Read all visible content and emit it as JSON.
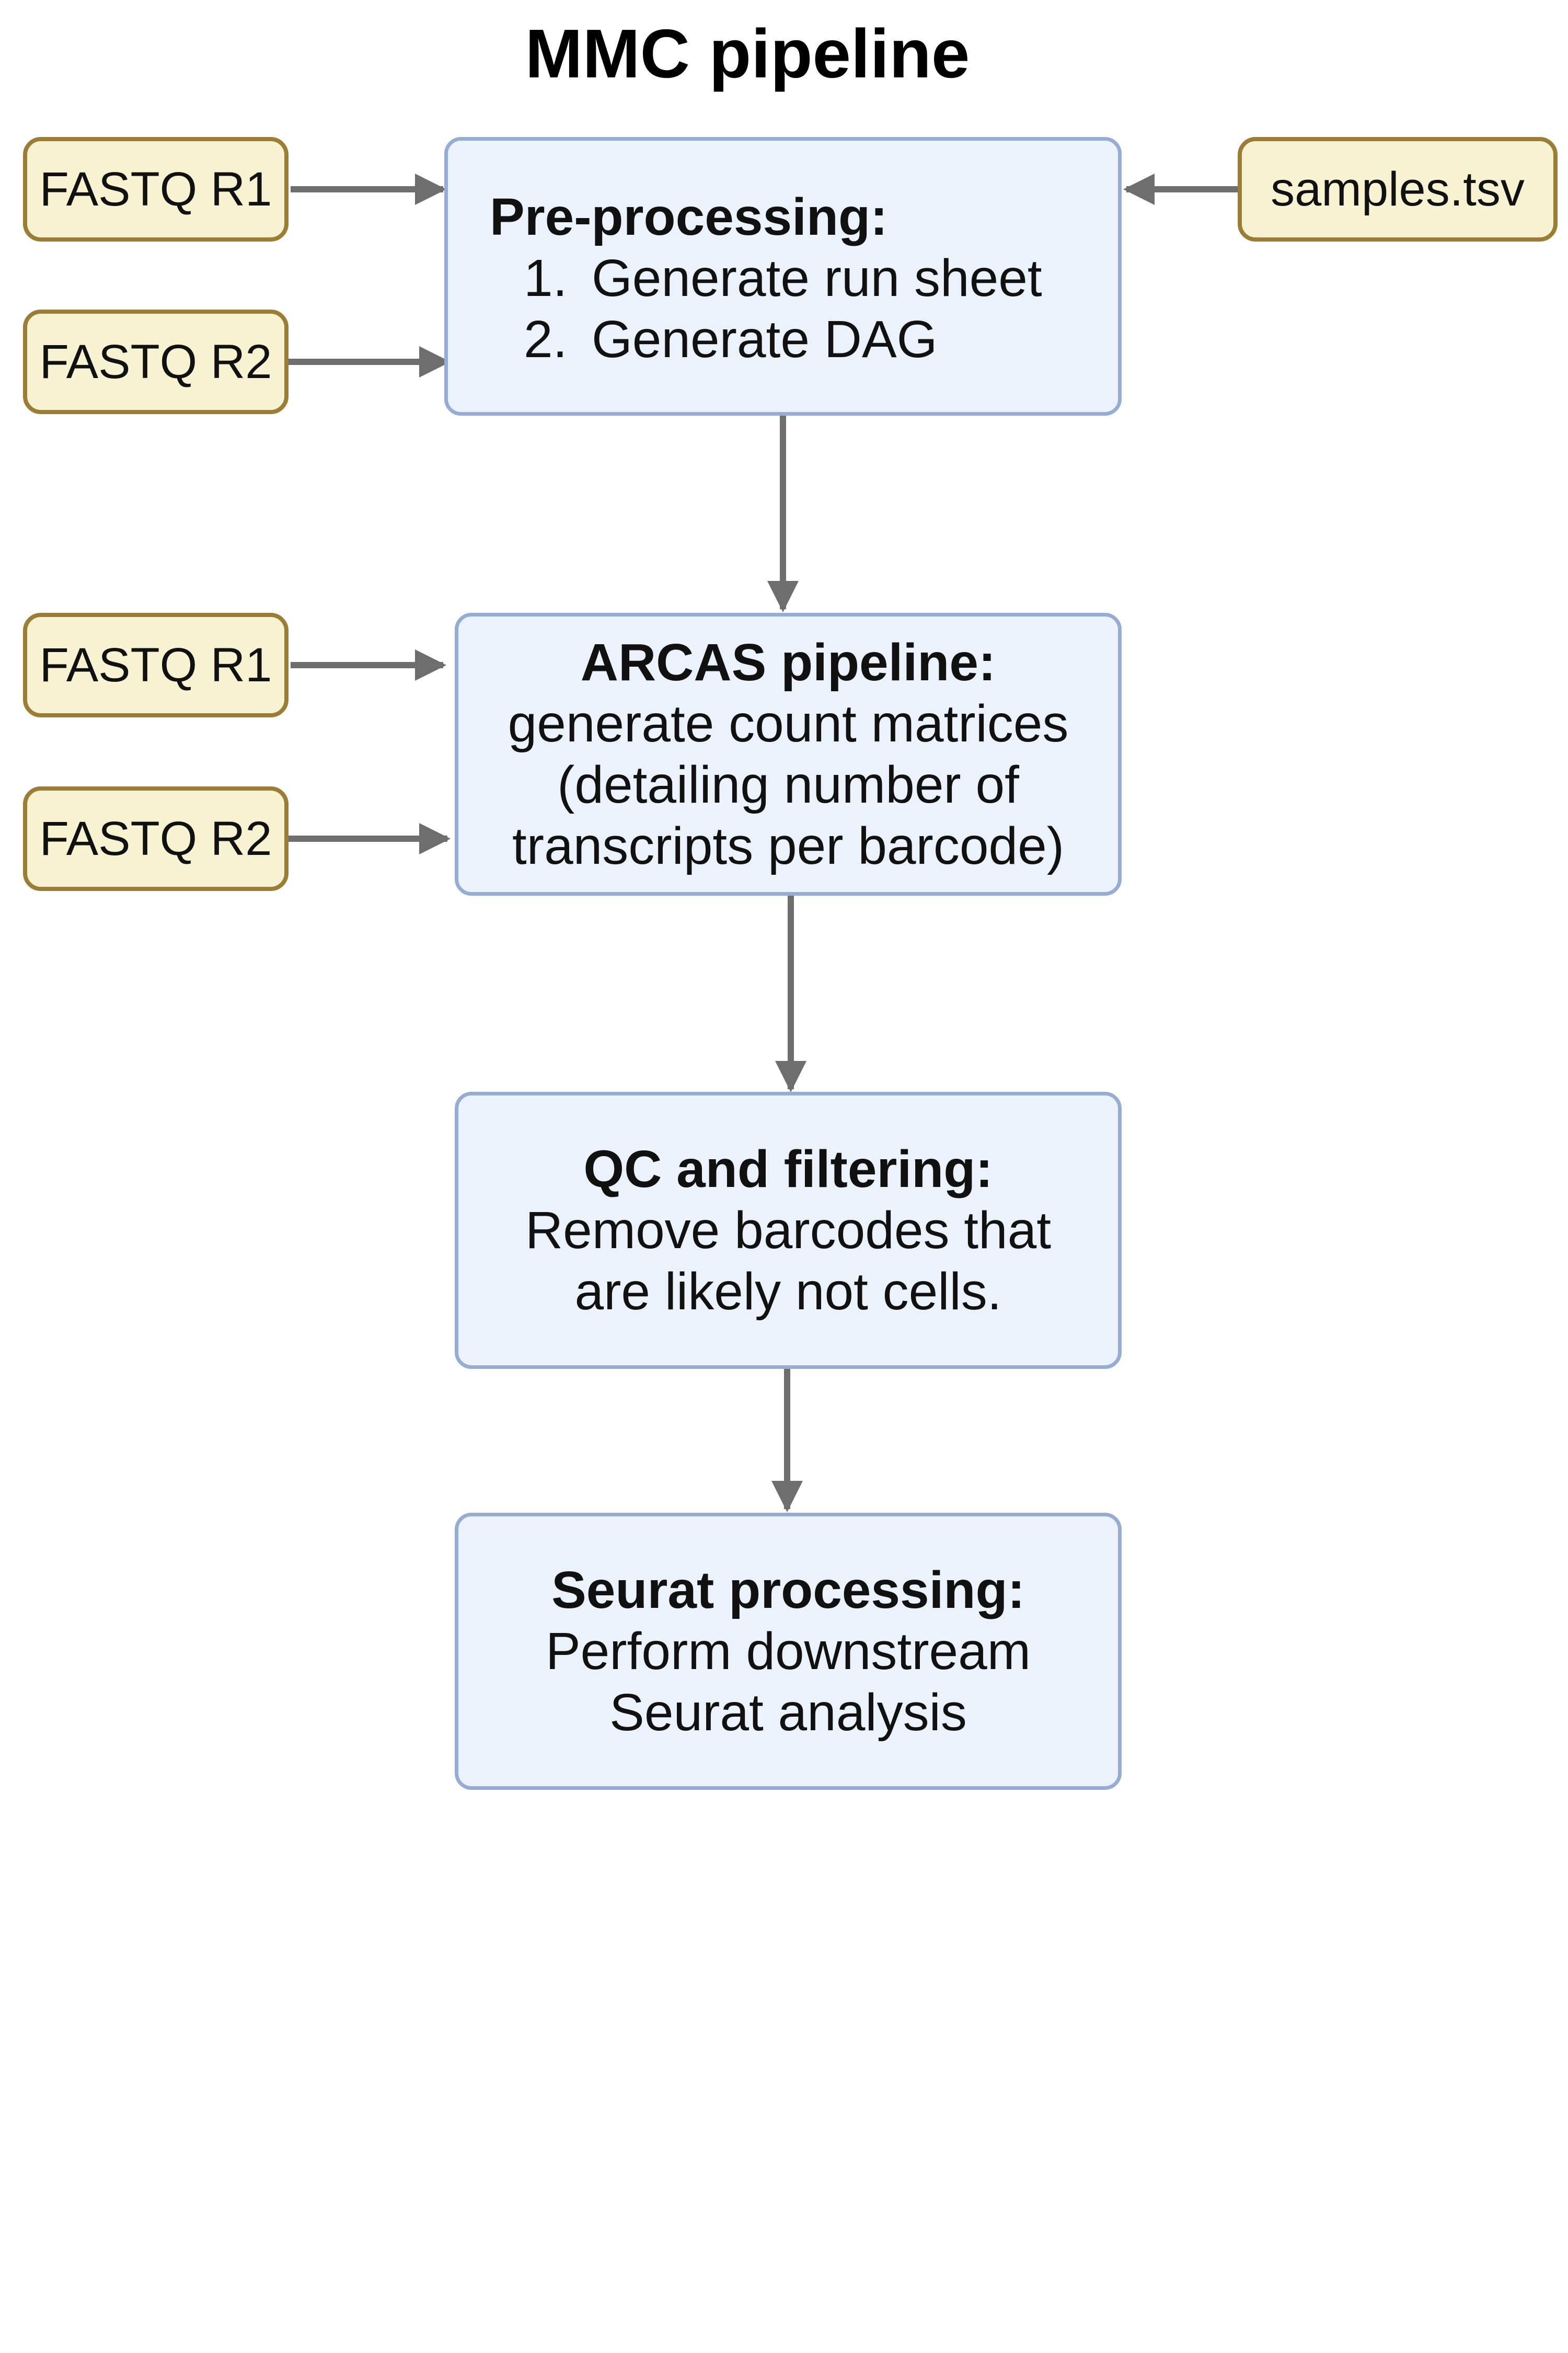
{
  "title": "MMC pipeline",
  "inputs": {
    "fastq_r1_a": "FASTQ R1",
    "fastq_r2_a": "FASTQ R2",
    "samples": "samples.tsv",
    "fastq_r1_b": "FASTQ R1",
    "fastq_r2_b": "FASTQ R2"
  },
  "steps": {
    "preprocessing": {
      "title": "Pre-processing:",
      "items": [
        {
          "num": "1.",
          "text": "Generate run sheet"
        },
        {
          "num": "2.",
          "text": "Generate DAG"
        }
      ]
    },
    "arcas": {
      "title": "ARCAS pipeline:",
      "lines": [
        "generate count matrices",
        "(detailing number of",
        "transcripts per barcode)"
      ]
    },
    "qc": {
      "title": "QC and filtering:",
      "lines": [
        "Remove barcodes that",
        "are likely not cells."
      ]
    },
    "seurat": {
      "title": "Seurat processing:",
      "lines": [
        "Perform downstream",
        "Seurat analysis"
      ]
    }
  },
  "colors": {
    "input_fill": "#f7f3d2",
    "input_border": "#9c7d35",
    "step_fill": "#ecf2fb",
    "step_border": "#97acd3",
    "arrow": "#6e6e6e"
  }
}
